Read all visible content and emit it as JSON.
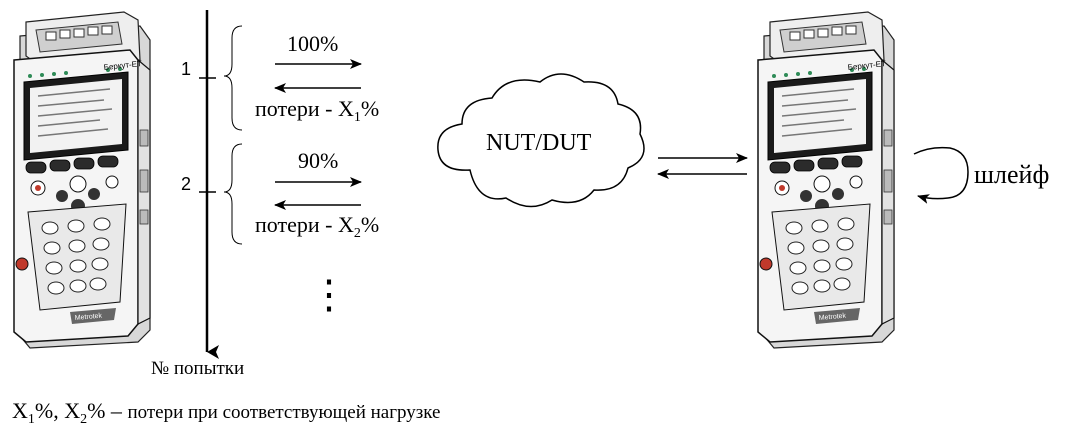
{
  "device_left": {
    "model": "Беркут-ET",
    "brand": "Metrotek"
  },
  "device_right": {
    "model": "Беркут-ET",
    "brand": "Metrotek"
  },
  "timeline": {
    "axis_label": "№ попытки",
    "attempts": [
      {
        "number": "1",
        "load": "100%",
        "loss_prefix": "потери - X",
        "loss_sub": "1",
        "loss_suffix": "%"
      },
      {
        "number": "2",
        "load": "90%",
        "loss_prefix": "потери - X",
        "loss_sub": "2",
        "loss_suffix": "%"
      }
    ],
    "continuation": "⋮"
  },
  "cloud_label": "NUT/DUT",
  "loop_label": "шлейф",
  "footnote": {
    "x1": "X",
    "x1_sub": "1",
    "x1_suffix": "%, ",
    "x2": "X",
    "x2_sub": "2",
    "x2_suffix": "% – ",
    "text": "потери при соответствующей нагрузке"
  }
}
